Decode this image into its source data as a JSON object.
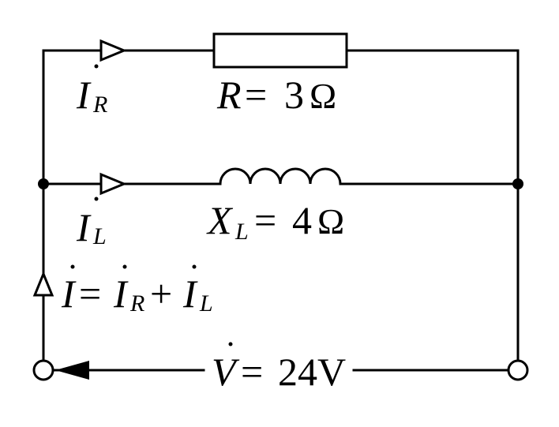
{
  "diagram": {
    "resistor": {
      "symbol": "R",
      "eq": "=",
      "value": "3",
      "unit": "Ω"
    },
    "inductor": {
      "symbol": "X",
      "subscript": "L",
      "eq": "=",
      "value": "4",
      "unit": "Ω"
    },
    "current_r": {
      "symbol": "I",
      "subscript": "R"
    },
    "current_l": {
      "symbol": "I",
      "subscript": "L"
    },
    "total_current": {
      "lhs": "I",
      "eq": "=",
      "t1": "I",
      "t1_sub": "R",
      "plus": "+",
      "t2": "I",
      "t2_sub": "L"
    },
    "source": {
      "symbol": "V",
      "eq": "=",
      "value": "24V"
    }
  }
}
